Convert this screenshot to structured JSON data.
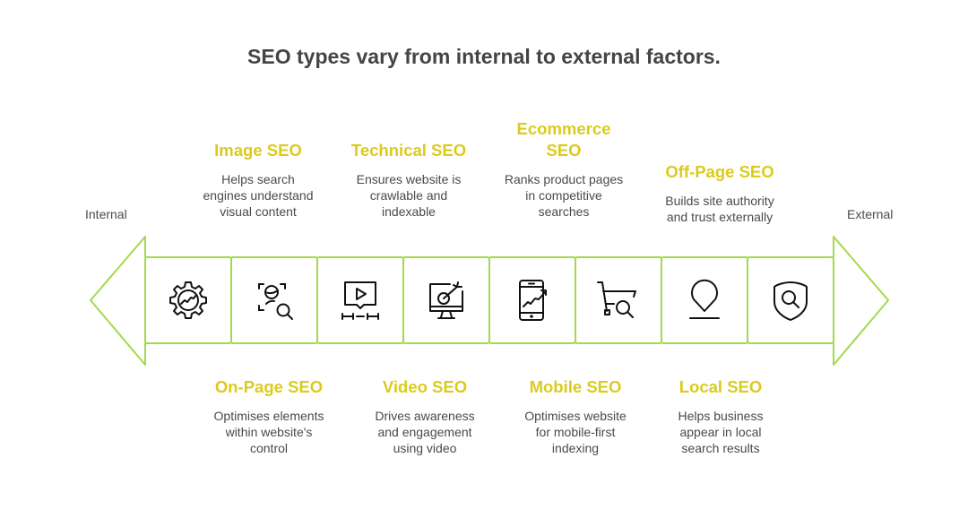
{
  "title": "SEO types vary from internal to external factors.",
  "axis": {
    "left_label": "Internal",
    "right_label": "External"
  },
  "colors": {
    "accent_yellow": "#dccb1d",
    "arrow_green": "#a3d94a",
    "text_gray": "#4a4a4a",
    "title_gray": "#444444"
  },
  "top_items": [
    {
      "title": "Image SEO",
      "desc_lines": [
        "Helps search",
        "engines understand",
        "visual content"
      ]
    },
    {
      "title": "Technical SEO",
      "desc_lines": [
        "Ensures website is",
        "crawlable and",
        "indexable"
      ]
    },
    {
      "title_lines": [
        "Ecommerce",
        "SEO"
      ],
      "desc_lines": [
        "Ranks product pages",
        "in competitive",
        "searches"
      ]
    },
    {
      "title": "Off-Page SEO",
      "desc_lines": [
        "Builds site authority",
        "and trust externally"
      ]
    }
  ],
  "bottom_items": [
    {
      "title": "On-Page SEO",
      "desc_lines": [
        "Optimises elements",
        "within website's",
        "control"
      ]
    },
    {
      "title": "Video SEO",
      "desc_lines": [
        "Drives awareness",
        "and engagement",
        "using video"
      ]
    },
    {
      "title": "Mobile SEO",
      "desc_lines": [
        "Optimises website",
        "for mobile-first",
        "indexing"
      ]
    },
    {
      "title": "Local SEO",
      "desc_lines": [
        "Helps business",
        "appear in local",
        "search results"
      ]
    }
  ],
  "icons": [
    "gear-chart-icon",
    "image-search-icon",
    "video-timeline-icon",
    "monitor-target-icon",
    "mobile-growth-icon",
    "cart-search-icon",
    "location-pin-icon",
    "shield-search-icon"
  ]
}
